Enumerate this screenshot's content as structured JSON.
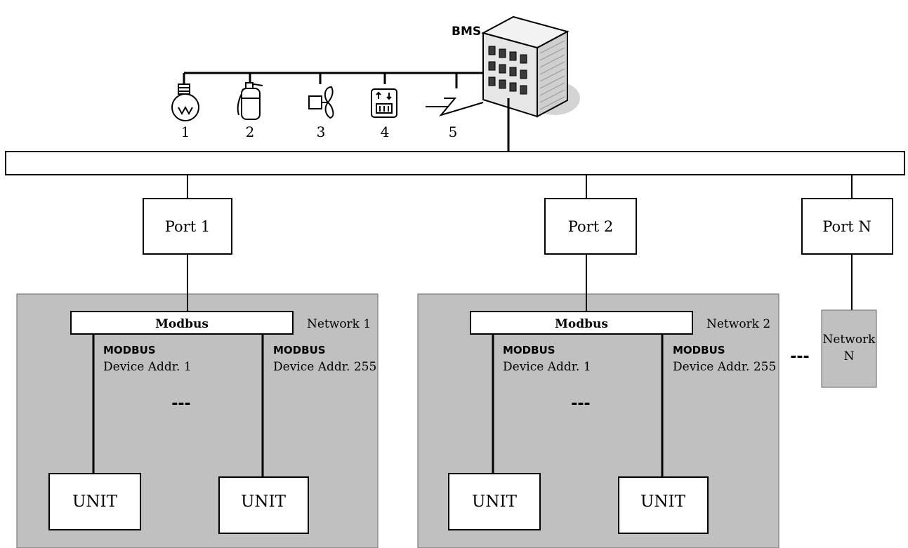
{
  "bms": {
    "label": "BMS"
  },
  "subsystems": [
    {
      "number": "1",
      "icon": "light-bulb-icon"
    },
    {
      "number": "2",
      "icon": "fire-extinguisher-icon"
    },
    {
      "number": "3",
      "icon": "fan-icon"
    },
    {
      "number": "4",
      "icon": "elevator-icon"
    },
    {
      "number": "5",
      "icon": "lightning-icon"
    }
  ],
  "ports": [
    {
      "label": "Port 1"
    },
    {
      "label": "Port 2"
    },
    {
      "label": "Port N"
    }
  ],
  "networks": [
    {
      "name": "Network 1",
      "bus_label": "Modbus",
      "devices": [
        {
          "protocol": "MODBUS",
          "address": "Device Addr. 1",
          "unit": "UNIT"
        },
        {
          "protocol": "MODBUS",
          "address": "Device Addr. 255",
          "unit": "UNIT"
        }
      ],
      "ellipsis": "---"
    },
    {
      "name": "Network 2",
      "bus_label": "Modbus",
      "devices": [
        {
          "protocol": "MODBUS",
          "address": "Device Addr. 1",
          "unit": "UNIT"
        },
        {
          "protocol": "MODBUS",
          "address": "Device Addr. 255",
          "unit": "UNIT"
        }
      ],
      "ellipsis": "---"
    }
  ],
  "network_n": {
    "line1": "Network",
    "line2": "N",
    "ellipsis": "---"
  }
}
